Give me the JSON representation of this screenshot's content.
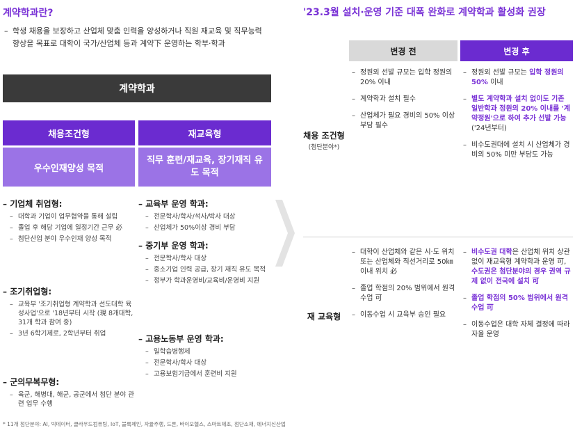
{
  "left": {
    "title": "계약학과란?",
    "description": "학생 채용을 보장하고 산업체 맞춤 인력을 양성하거나 직원 재교육 및 직무능력 향상을 목표로 대학이 국가/산업체 등과 계약下 운영하는 학부·학과",
    "main_label": "계약학과",
    "types": [
      {
        "name": "채용조건형",
        "goal": "우수인재양성 목적"
      },
      {
        "name": "재교육형",
        "goal": "직무 훈련/재교육, 장기재직 유도 목적"
      }
    ],
    "groups_left": [
      {
        "title": "기업체 취업형:",
        "items": [
          "대학과 기업이 업무협약을 통해 설립",
          "졸업 후 해당 기업에 일정기간 근무 必",
          "첨단산업 분야 우수인재 양성 목적"
        ]
      },
      {
        "title": "조기취업형:",
        "items": [
          "교육부 '조기취업형 계약학과 선도대학 육성사업'으로 '18년부터 시작 (現 8개대학, 31개 학과 참여 중)",
          "3년 6학기제로, 2학년부터 취업"
        ]
      },
      {
        "title": "군의무복무형:",
        "items": [
          "육군, 해병대, 해군, 공군에서 첨단 분야 관련 업무 수행"
        ]
      }
    ],
    "groups_right": [
      {
        "title": "교육부 운영 학과:",
        "items": [
          "전문학사/학사/석사/박사 대상",
          "산업체가 50%이상 경비 부담"
        ]
      },
      {
        "title": "중기부 운영 학과:",
        "items": [
          "전문학사/학사 대상",
          "중소기업 인력 공급, 장기 재직 유도 목적",
          "정부가 학과운영비/교육비/운영비 지원"
        ]
      },
      {
        "title": "고용노동부 운영 학과:",
        "items": [
          "일학습병행제",
          "전문학사/학사 대상",
          "고용보험기금에서 훈련비 지원"
        ]
      }
    ],
    "footnote": "* 11개 첨단분야: AI, 빅데이터, 클라우드컴퓨팅, IoT, 블록체인, 자율주행, 드론, 바이오헬스, 스마트제조, 첨단소재, 에너지신산업"
  },
  "right": {
    "title": "'23.3월 설치·운영 기준 대폭 완화로 계약학과 활성화 권장",
    "col_before": "변경 전",
    "col_after": "변경 후",
    "row1": {
      "label_main": "채용 조건형",
      "label_sub": "(첨단분야*)",
      "before": [
        "정원외 선발 규모는 입학 정원의 20% 이내",
        "계약학과 설치 필수",
        "산업체가 필요 경비의 50% 이상 부담 필수"
      ],
      "after": [
        {
          "pre": "정원외 선발 규모는 ",
          "hl": "입학 정원의 50%",
          "post": " 이내"
        },
        {
          "pre": "",
          "hl": "별도 계약학과 설치 없이도 기존 일반학과 정원의 20% 이내를 '계약정원'으로 하여 추가 선발 가능",
          "post": " ('24년부터)"
        },
        {
          "pre": "비수도권대에 설치 시 산업체가 경비의 50% 미만 부담도 가능",
          "hl": "",
          "post": ""
        }
      ]
    },
    "row2": {
      "label_main": "재 교육형",
      "before": [
        "대학이 산업체와 같은 시·도 위치 또는 산업체와 직선거리로 50㎞ 이내 위치 必",
        "졸업 학점의 20% 범위에서 원격 수업 可",
        "이동수업 시 교육부 승인 필요"
      ],
      "after": [
        {
          "pre": "",
          "hl": "비수도권 대학",
          "post": "은 산업체 위치 상관 없이 재교육형 계약학과 운영 可,",
          "hl2": "수도권은 첨단분야의 경우 권역 규제 없이 전국에 설치 可"
        },
        {
          "pre": "",
          "hl": "졸업 학점의 50% 범위에서 원격 수업 可",
          "post": ""
        },
        {
          "pre": "이동수업은 대학 자체 결정에 따라 자율 운영",
          "hl": "",
          "post": ""
        }
      ]
    }
  },
  "colors": {
    "accent": "#7a33d6",
    "dark_bar": "#3a3a3a",
    "type_head": "#6b2bd0",
    "type_sub": "#9b73e6",
    "col_before": "#d9d9d9"
  }
}
